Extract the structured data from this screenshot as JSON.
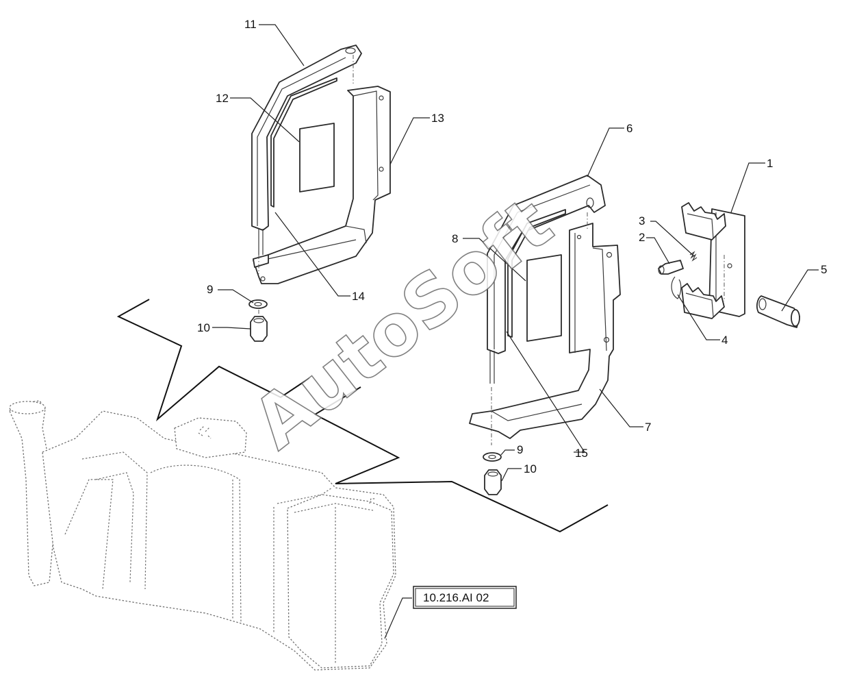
{
  "diagram": {
    "watermark": "AutoSoft",
    "reference_tag": "10.216.AI 02",
    "callouts": [
      {
        "id": "c1",
        "label": "1"
      },
      {
        "id": "c2",
        "label": "2"
      },
      {
        "id": "c3",
        "label": "3"
      },
      {
        "id": "c4",
        "label": "4"
      },
      {
        "id": "c5",
        "label": "5"
      },
      {
        "id": "c6",
        "label": "6"
      },
      {
        "id": "c7",
        "label": "7"
      },
      {
        "id": "c8",
        "label": "8"
      },
      {
        "id": "c9a",
        "label": "9"
      },
      {
        "id": "c9b",
        "label": "9"
      },
      {
        "id": "c10a",
        "label": "10"
      },
      {
        "id": "c10b",
        "label": "10"
      },
      {
        "id": "c11",
        "label": "11"
      },
      {
        "id": "c12",
        "label": "12"
      },
      {
        "id": "c13",
        "label": "13"
      },
      {
        "id": "c14",
        "label": "14"
      },
      {
        "id": "c15",
        "label": "15"
      }
    ]
  }
}
